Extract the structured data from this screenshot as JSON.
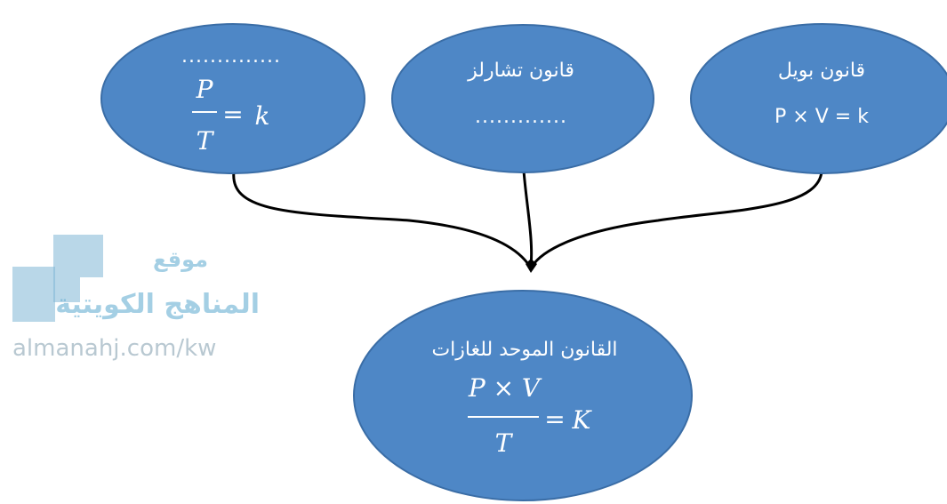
{
  "nodes": {
    "left": {
      "dots": "..............",
      "numerator": "P",
      "denominator": "T",
      "equals": "=",
      "constant": "k"
    },
    "middle": {
      "title": "قانون تشارلز",
      "dots": "............."
    },
    "right": {
      "title": "قانون بويل",
      "formula": "P × V = k"
    },
    "bottom": {
      "title": "القانون الموحد للغازات",
      "numerator": "P  × V",
      "denominator": "T",
      "equals": "=",
      "constant": "K"
    }
  },
  "watermark": {
    "line1": "موقع",
    "line2": "المناهج الكويتية",
    "url": "almanahj.com/kw"
  },
  "colors": {
    "node_fill": "#4e87c6",
    "node_stroke": "#3a6da6",
    "connector": "#000000",
    "text": "#ffffff"
  }
}
